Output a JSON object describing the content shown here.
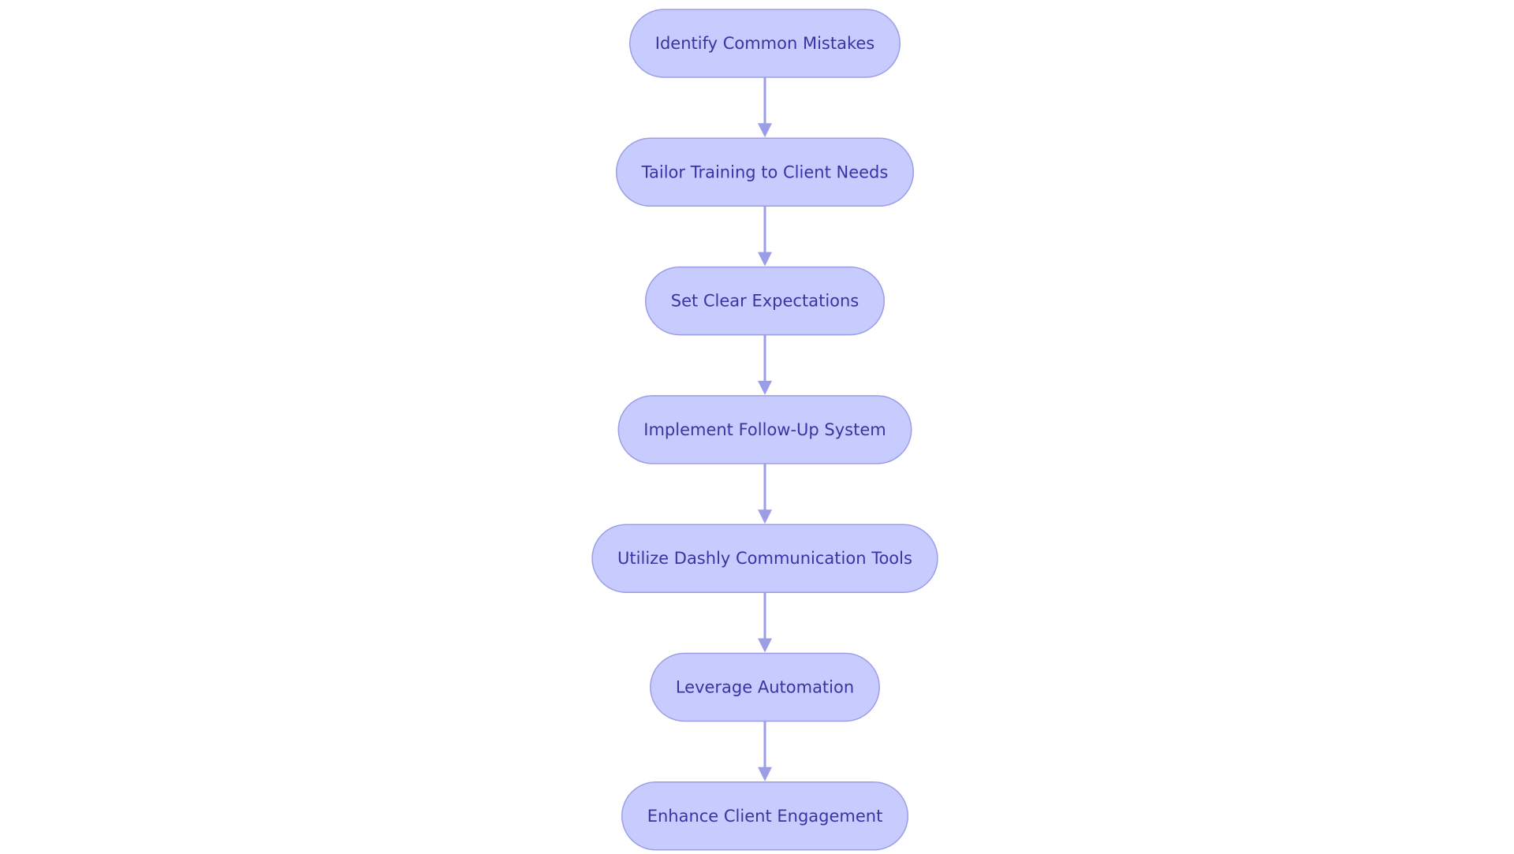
{
  "colors": {
    "node_fill": "#c8cbfe",
    "node_stroke": "#9b9ee6",
    "node_text": "#3b33a3",
    "edge": "#9b9ee6",
    "background": "#ffffff"
  },
  "flowchart": {
    "direction": "top-to-bottom",
    "nodes": [
      {
        "id": "identify-common-mistakes",
        "label": "Identify Common Mistakes"
      },
      {
        "id": "tailor-training",
        "label": "Tailor Training to Client Needs"
      },
      {
        "id": "set-clear-expectations",
        "label": "Set Clear Expectations"
      },
      {
        "id": "implement-follow-up",
        "label": "Implement Follow-Up System"
      },
      {
        "id": "utilize-dashly-tools",
        "label": "Utilize Dashly Communication Tools"
      },
      {
        "id": "leverage-automation",
        "label": "Leverage Automation"
      },
      {
        "id": "enhance-client-engagement",
        "label": "Enhance Client Engagement"
      }
    ],
    "edges": [
      {
        "from": "identify-common-mistakes",
        "to": "tailor-training"
      },
      {
        "from": "tailor-training",
        "to": "set-clear-expectations"
      },
      {
        "from": "set-clear-expectations",
        "to": "implement-follow-up"
      },
      {
        "from": "implement-follow-up",
        "to": "utilize-dashly-tools"
      },
      {
        "from": "utilize-dashly-tools",
        "to": "leverage-automation"
      },
      {
        "from": "leverage-automation",
        "to": "enhance-client-engagement"
      }
    ]
  }
}
